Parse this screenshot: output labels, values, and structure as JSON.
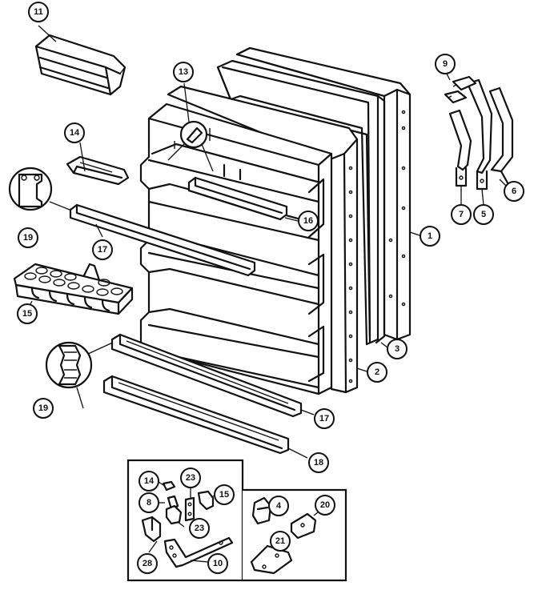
{
  "callouts": {
    "c1": "1",
    "c2": "2",
    "c3": "3",
    "c4": "4",
    "c5": "5",
    "c6": "6",
    "c7": "7",
    "c8": "8",
    "c9": "9",
    "c10": "10",
    "c11": "11",
    "c13": "13",
    "c14a": "14",
    "c14b": "14",
    "c15a": "15",
    "c15b": "15",
    "c16": "16",
    "c17a": "17",
    "c17b": "17",
    "c18": "18",
    "c19a": "19",
    "c19b": "19",
    "c20": "20",
    "c21": "21",
    "c23a": "23",
    "c23b": "23",
    "c28": "28"
  }
}
